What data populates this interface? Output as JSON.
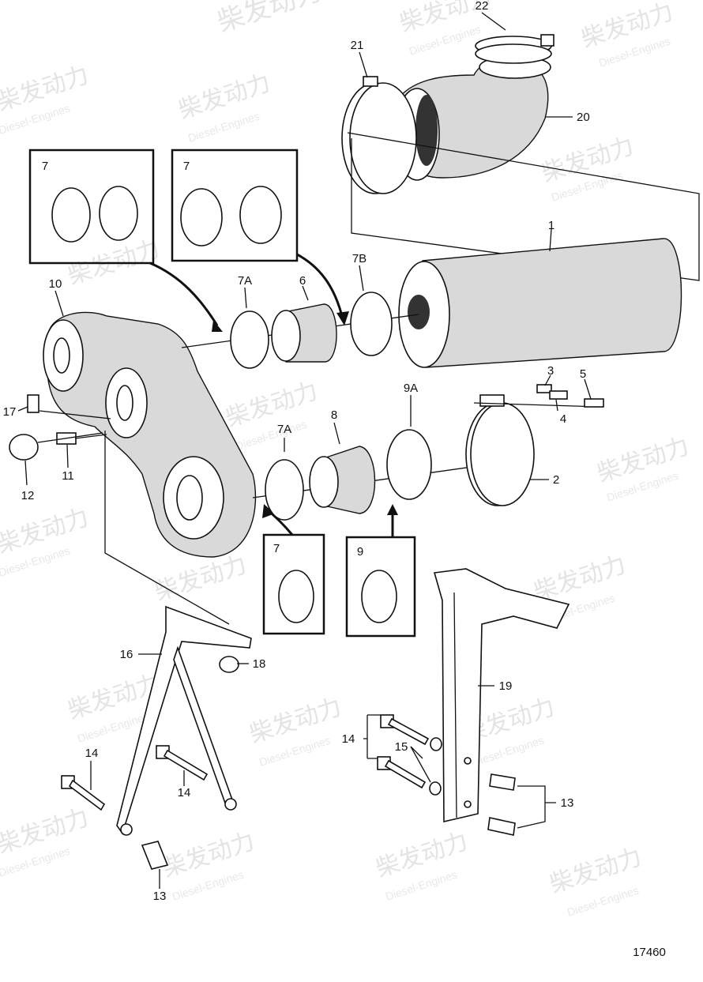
{
  "drawing_number": "17460",
  "watermark": {
    "brand": "柴发动力",
    "sub": "Diesel-Engines"
  },
  "callouts": [
    {
      "id": "c22",
      "text": "22"
    },
    {
      "id": "c21",
      "text": "21"
    },
    {
      "id": "c20",
      "text": "20"
    },
    {
      "id": "c7a",
      "text": "7"
    },
    {
      "id": "c7b",
      "text": "7"
    },
    {
      "id": "c1",
      "text": "1"
    },
    {
      "id": "c10",
      "text": "10"
    },
    {
      "id": "c7A1",
      "text": "7A"
    },
    {
      "id": "c6",
      "text": "6"
    },
    {
      "id": "c7B",
      "text": "7B"
    },
    {
      "id": "c3",
      "text": "3"
    },
    {
      "id": "c5",
      "text": "5"
    },
    {
      "id": "c4",
      "text": "4"
    },
    {
      "id": "c17",
      "text": "17"
    },
    {
      "id": "c9A",
      "text": "9A"
    },
    {
      "id": "c8",
      "text": "8"
    },
    {
      "id": "c7A2",
      "text": "7A"
    },
    {
      "id": "c11",
      "text": "11"
    },
    {
      "id": "c12",
      "text": "12"
    },
    {
      "id": "c2",
      "text": "2"
    },
    {
      "id": "c7c",
      "text": "7"
    },
    {
      "id": "c9",
      "text": "9"
    },
    {
      "id": "c16",
      "text": "16"
    },
    {
      "id": "c18",
      "text": "18"
    },
    {
      "id": "c19",
      "text": "19"
    },
    {
      "id": "c14a",
      "text": "14"
    },
    {
      "id": "c15",
      "text": "15"
    },
    {
      "id": "c14b",
      "text": "14"
    },
    {
      "id": "c14c",
      "text": "14"
    },
    {
      "id": "c13a",
      "text": "13"
    },
    {
      "id": "c13b",
      "text": "13"
    }
  ]
}
